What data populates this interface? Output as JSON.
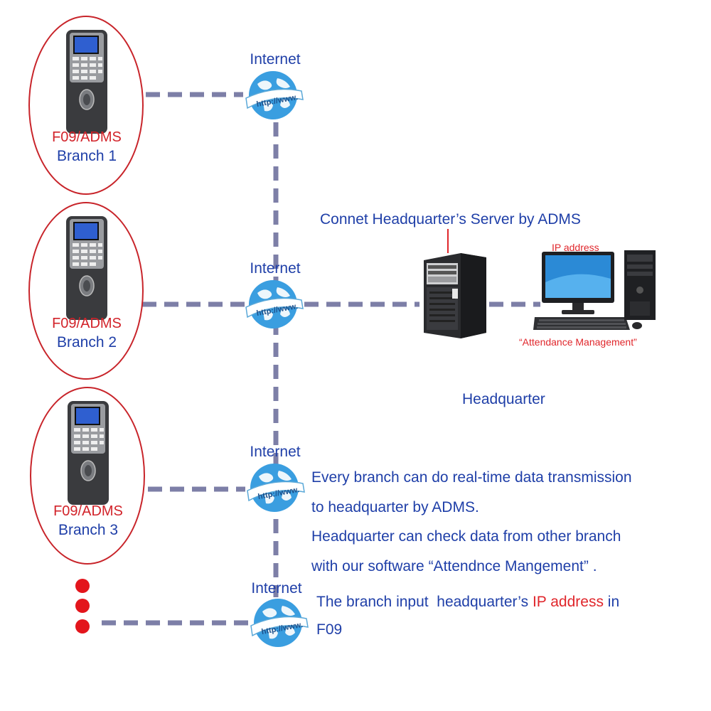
{
  "branches": [
    {
      "model": "F09/ADMS",
      "name": "Branch 1"
    },
    {
      "model": "F09/ADMS",
      "name": "Branch 2"
    },
    {
      "model": "F09/ADMS",
      "name": "Branch 3"
    }
  ],
  "internet_labels": [
    "Internet",
    "Internet",
    "Internet",
    "Internet"
  ],
  "globe_text": "http://www.",
  "server_caption": "Connet Headquarter’s Server by ADMS",
  "ip_label": "IP address",
  "software_label": "“Attendance Management”",
  "hq_label": "Headquarter",
  "description": {
    "line1": "Every branch can do real-time data transmission",
    "line2": "to headquarter by ADMS.",
    "line3": "Headquarter can check data from other branch",
    "line4": "with our software “Attendnce Mangement” ."
  },
  "ip_note": {
    "part1": "The branch input  headquarter’s ",
    "part2": "IP address",
    "part3": " in",
    "line2": "F09"
  },
  "colors": {
    "label_blue": "#1f3fa8",
    "label_red": "#d2232a",
    "wire": "#7d7fa7",
    "dot_red": "#e3151c"
  }
}
